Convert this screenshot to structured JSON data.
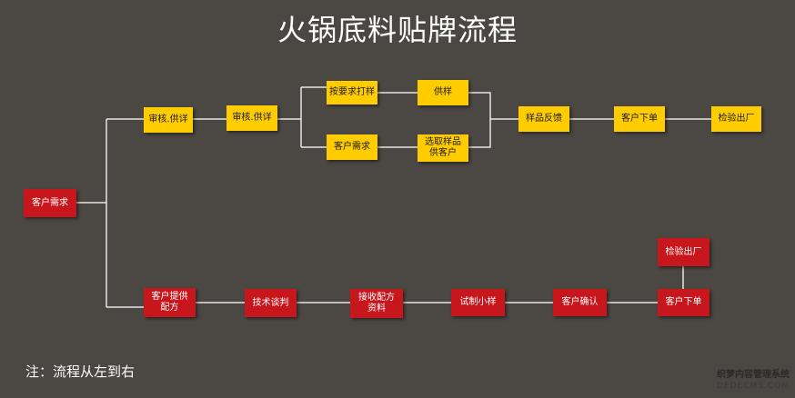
{
  "title": "火锅底料贴牌流程",
  "colors": {
    "background": "#4b4743",
    "yellow": "#ffcc00",
    "red": "#c8161d",
    "line": "#e6e6e6"
  },
  "nodes": {
    "start": "客户需求",
    "top_review1": "审核.供详",
    "top_review2": "审核.供详",
    "top_sample_make": "按要求打样",
    "top_supply_sample": "供样",
    "top_customer_need": "客户需求",
    "top_select_sample": "选取样品\n供客户",
    "top_feedback": "样品反馈",
    "top_order": "客户下单",
    "top_inspect": "检验出厂",
    "bot_formula": "客户提供\n配方",
    "bot_talk": "技术谈判",
    "bot_receive": "接收配方\n资料",
    "bot_trial": "试制小样",
    "bot_confirm": "客户确认",
    "bot_order": "客户下单",
    "bot_inspect": "检验出厂"
  },
  "note": "注：流程从左到右",
  "watermark": {
    "line1": "织梦内容管理系统",
    "line2": "DEDECMS.COM"
  }
}
